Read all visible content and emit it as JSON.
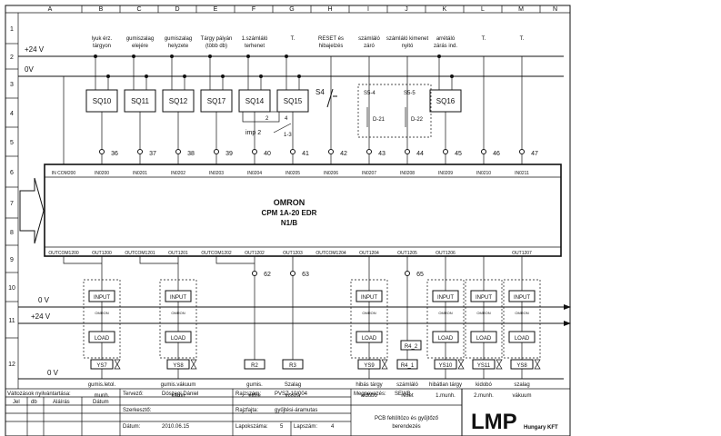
{
  "colors": {
    "ink": "#111111",
    "paper": "#ffffff"
  },
  "grid": {
    "columns": [
      "A",
      "B",
      "C",
      "D",
      "E",
      "F",
      "G",
      "H",
      "I",
      "J",
      "K",
      "L",
      "M",
      "N"
    ],
    "rows": [
      "1",
      "2",
      "3",
      "4",
      "5",
      "6",
      "7",
      "8",
      "9",
      "10",
      "11",
      "12"
    ]
  },
  "rails": {
    "plus24": "+24 V",
    "zero": "0V",
    "zero_low": "0 V",
    "plus24_low": "+24 V",
    "zero_bottom": "0 V"
  },
  "input_desc": [
    [
      "lyuk érz.",
      "tárgyon"
    ],
    [
      "gumiszalag",
      "elejére"
    ],
    [
      "gumiszalag",
      "helyzete"
    ],
    [
      "Tárgy pályán",
      "(több db)"
    ],
    [
      "1.számláló",
      "terhenet"
    ],
    [
      "T.",
      ""
    ],
    [
      "RESET és",
      "hibajelzés"
    ],
    [
      "számláló",
      "záró"
    ],
    [
      "számláló kimenet",
      "nyitó"
    ],
    [
      "arrétáló",
      "zárás ind."
    ],
    [
      "T.",
      ""
    ],
    [
      "T.",
      ""
    ]
  ],
  "sensors": [
    "SQ10",
    "SQ11",
    "SQ12",
    "SQ17",
    "SQ14",
    "SQ15",
    "SQ16"
  ],
  "switch_label": "S4",
  "counter_block": {
    "left": "S5-4",
    "right": "S5-5",
    "c1": "D-21",
    "c2": "D-22"
  },
  "imp": {
    "label": "imp 2",
    "n2": "2",
    "n4": "4",
    "ratio": "1-3"
  },
  "input_nums": [
    "36",
    "37",
    "38",
    "39",
    "40",
    "41",
    "42",
    "43",
    "44",
    "45",
    "46",
    "47"
  ],
  "in_terminals": [
    "IN COM200",
    "IN0200",
    "IN0201",
    "IN0202",
    "IN0203",
    "IN0204",
    "IN0205",
    "IN0206",
    "IN0207",
    "IN0208",
    "IN0209",
    "IN0210",
    "IN0211"
  ],
  "plc": {
    "brand": "OMRON",
    "model": "CPM 1A-20 EDR",
    "variant": "N1/B"
  },
  "out_terminals": [
    "OUTCOM1200",
    "OUT1200",
    "OUTCOM1201",
    "OUT1201",
    "OUTCOM1202",
    "OUT1202",
    "OUT1203",
    "OUTCOM1204",
    "OUT1204",
    "OUT1205",
    "OUT1206",
    "OUT1207"
  ],
  "out_nums": [
    "62",
    "63",
    "65"
  ],
  "module": {
    "input": "INPUT",
    "brand": "OMRON",
    "load": "LOAD"
  },
  "relays": [
    "R2",
    "R3",
    "R4_1",
    "R4_2"
  ],
  "valves": [
    "YS7",
    "YS8",
    "YS9",
    "YS10",
    "YS11",
    "YS8"
  ],
  "bottom_labels": [
    [
      "gumis.letol.",
      "munh."
    ],
    [
      "gumis.vákuum",
      "karon"
    ],
    [
      "gumis.",
      "előre"
    ],
    [
      "Szalag",
      "vissza"
    ],
    [
      "hibás tárgy",
      "kidobó"
    ],
    [
      "számláló",
      "reset"
    ],
    [
      "hibátlan tárgy",
      "1.munh."
    ],
    [
      "kidobó",
      "2.munh."
    ],
    [
      "szalag",
      "vákuum"
    ]
  ],
  "title_block": {
    "changes_header": "Változások nyilvántartása:",
    "col_jel": "Jel",
    "col_db": "db",
    "col_alairas": "Aláírás",
    "col_datum": "Dátum",
    "tervezo_label": "Tervező:",
    "tervezo": "Dószegi Dániel",
    "szerkeszto_label": "Szerkesztő:",
    "szerkeszto": "",
    "datum_label": "Dátum:",
    "datum": "2010.06.15",
    "rajzszam_label": "Rajzszám:",
    "rajzszam": "PVSZ-10/004",
    "rajzfajta_label": "Rajzfajta:",
    "rajzfajta": "gyűjtési-áramutas",
    "lapok_label": "Lapokszáma:",
    "lapok": "5",
    "lapszam_label": "Lapszám:",
    "lapszam": "4",
    "megnevezes_label": "Megnevezés:",
    "megnevezes": "SEWB",
    "desc1": "PCB feltöltözo és gyűjtőző",
    "desc2": "berendezés",
    "logo": "LMP",
    "logo_sub": "Hungary KFT"
  }
}
